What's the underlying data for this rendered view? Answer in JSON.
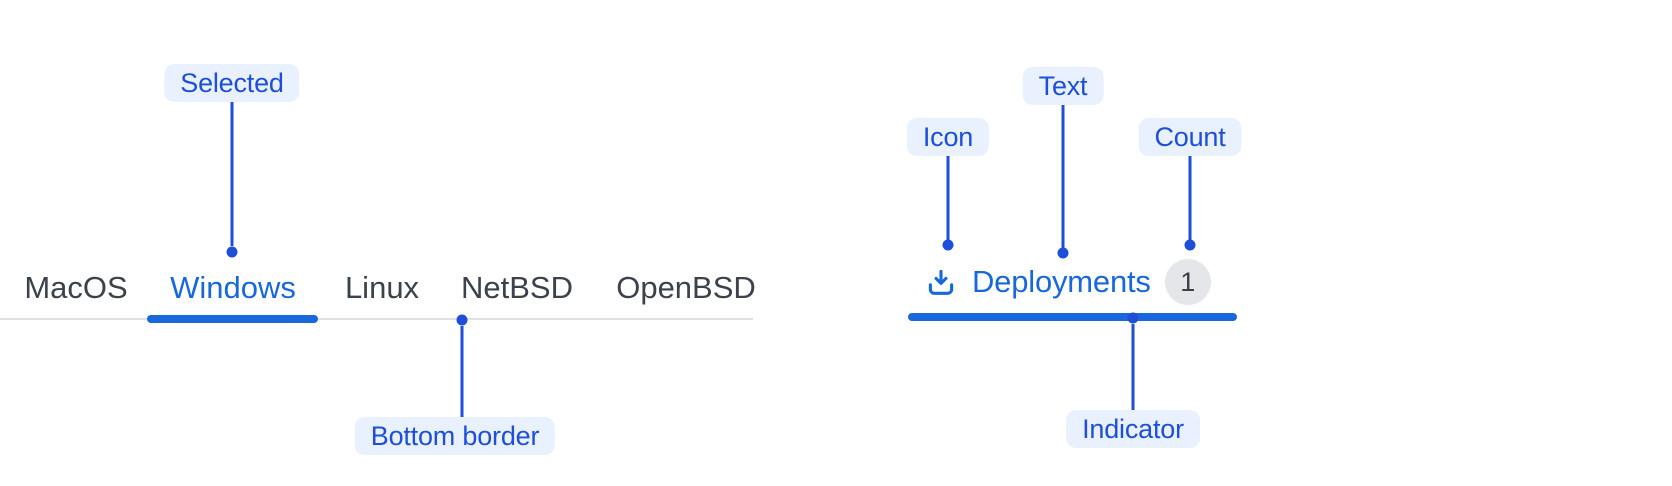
{
  "colors": {
    "accent": "#1868DB",
    "annotation": "#1D4FD8",
    "pill_bg": "#E9F1FF",
    "tab_text": "#3B424C",
    "border": "#DFE1E5",
    "badge_bg": "#E4E6EA",
    "badge_text": "#3A3F4A"
  },
  "tabs_example": {
    "tabs": [
      {
        "label": "MacOS",
        "selected": false
      },
      {
        "label": "Windows",
        "selected": true
      },
      {
        "label": "Linux",
        "selected": false
      },
      {
        "label": "NetBSD",
        "selected": false
      },
      {
        "label": "OpenBSD",
        "selected": false
      }
    ],
    "annotations": {
      "selected": "Selected",
      "bottom_border": "Bottom border"
    }
  },
  "single_tab_example": {
    "icon": "download-icon",
    "label": "Deployments",
    "count": "1",
    "annotations": {
      "icon": "Icon",
      "text": "Text",
      "count": "Count",
      "indicator": "Indicator"
    }
  }
}
